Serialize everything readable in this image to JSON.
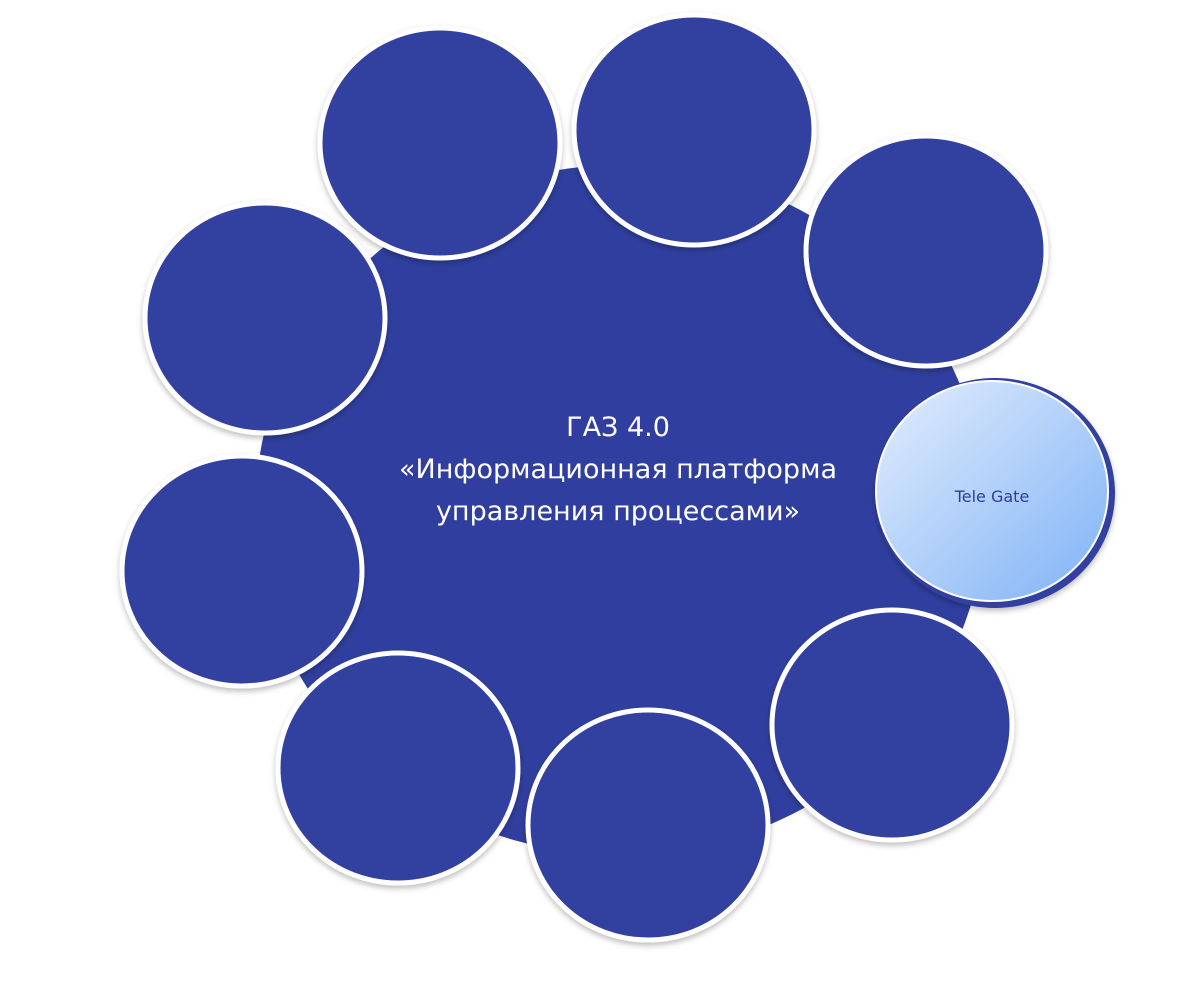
{
  "colors": {
    "primary": "#303f9f",
    "outline": "#ffffff",
    "highlight_light": "#e3eefd",
    "highlight_dark": "#7fb2f6",
    "highlight_text": "#2e3d9a"
  },
  "center": {
    "line1": "ГАЗ 4.0",
    "line2": "«Информационная платформа",
    "line3": "управления процессами»"
  },
  "satellites": [
    {
      "id": "top-left",
      "label": ""
    },
    {
      "id": "top",
      "label": ""
    },
    {
      "id": "top-right",
      "label": ""
    },
    {
      "id": "right",
      "label": "Tele Gate",
      "highlight": true
    },
    {
      "id": "bottom-right",
      "label": ""
    },
    {
      "id": "bottom",
      "label": ""
    },
    {
      "id": "bottom-left",
      "label": ""
    },
    {
      "id": "left",
      "label": ""
    },
    {
      "id": "upper-left",
      "label": ""
    }
  ]
}
